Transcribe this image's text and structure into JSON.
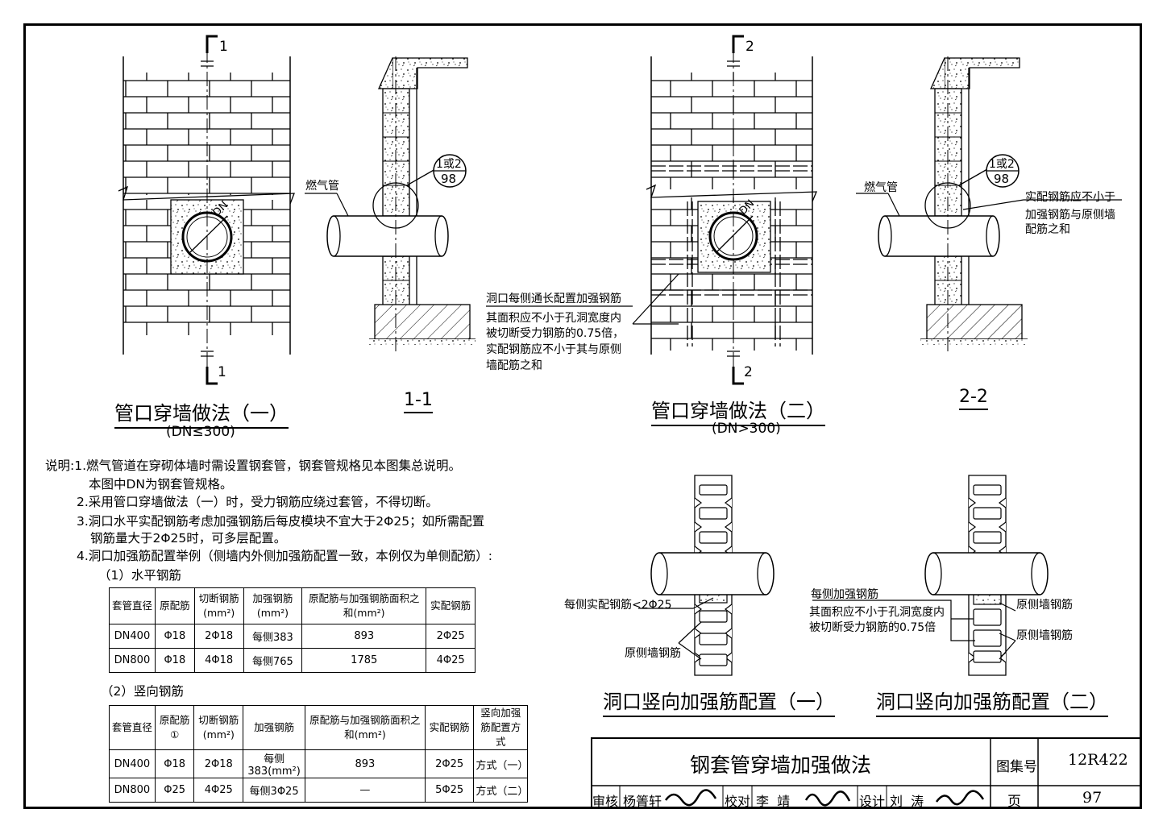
{
  "drawings": {
    "plan1": {
      "title": "管口穿墙做法（一）",
      "subtitle": "(DN≤300)",
      "dn_label": "DN",
      "sec_mark_top": "1",
      "sec_mark_bottom": "1"
    },
    "section1": {
      "title": "1-1",
      "pipe_label": "燃气管",
      "detail_ref_top": "1或2",
      "detail_ref_bottom": "98"
    },
    "plan2": {
      "title": "管口穿墙做法（二）",
      "subtitle": "(DN>300)",
      "dn_label": "DN",
      "sec_mark_top": "2",
      "sec_mark_bottom": "2",
      "note_lines": [
        "洞口每侧通长配置加强钢筋",
        "其面积应不小于孔洞宽度内",
        "被切断受力钢筋的0.75倍，",
        "实配钢筋应不小于其与原侧",
        "墙配筋之和"
      ]
    },
    "section2": {
      "title": "2-2",
      "pipe_label": "燃气管",
      "detail_ref_top": "1或2",
      "detail_ref_bottom": "98",
      "note_lines": [
        "实配钢筋应不小于",
        "加强钢筋与原侧墙",
        "配筋之和"
      ]
    },
    "vertical1": {
      "title": "洞口竖向加强筋配置（一）",
      "label_top": "每侧实配钢筋<2Φ25",
      "label_bottom": "原侧墙钢筋"
    },
    "vertical2": {
      "title": "洞口竖向加强筋配置（二）",
      "label_left_lines": [
        "每侧加强钢筋",
        "其面积应不小于孔洞宽度内",
        "被切断受力钢筋的0.75倍"
      ],
      "label_right_top": "原侧墙钢筋",
      "label_right_bottom": "原侧墙钢筋"
    }
  },
  "notes": {
    "lines": [
      "说明:1.燃气管道在穿砌体墙时需设置钢套管，钢套管规格见本图集总说明。",
      "本图中DN为钢套管规格。",
      "2.采用管口穿墙做法（一）时，受力钢筋应绕过套管，不得切断。",
      "3.洞口水平实配钢筋考虑加强钢筋后每皮模块不宜大于2Φ25；如所需配置",
      "钢筋量大于2Φ25时，可多层配置。",
      "4.洞口加强筋配置举例（侧墙内外侧加强筋配置一致，本例仅为单侧配筋）:"
    ]
  },
  "table1": {
    "caption": "（1）水平钢筋",
    "headers": [
      "套管直径",
      "原配筋",
      "切断钢筋(mm²)",
      "加强钢筋(mm²)",
      "原配筋与加强钢筋面积之和(mm²)",
      "实配钢筋"
    ],
    "rows": [
      [
        "DN400",
        "Φ18",
        "2Φ18",
        "每侧383",
        "893",
        "2Φ25"
      ],
      [
        "DN800",
        "Φ18",
        "4Φ18",
        "每侧765",
        "1785",
        "4Φ25"
      ]
    ]
  },
  "table2": {
    "caption": "（2）竖向钢筋",
    "headers": [
      "套管直径",
      "原配筋①",
      "切断钢筋(mm²)",
      "加强钢筋",
      "原配筋与加强钢筋面积之和(mm²)",
      "实配钢筋",
      "竖向加强筋配置方式"
    ],
    "rows": [
      [
        "DN400",
        "Φ18",
        "2Φ18",
        "每侧383(mm²)",
        "893",
        "2Φ25",
        "方式（一）"
      ],
      [
        "DN800",
        "Φ25",
        "4Φ25",
        "每侧3Φ25",
        "—",
        "5Φ25",
        "方式（二）"
      ]
    ]
  },
  "title_block": {
    "title": "钢套管穿墙加强做法",
    "atlas_label": "图集号",
    "atlas_no": "12R422",
    "page_label": "页",
    "page_no": "97",
    "review_label": "审核",
    "reviewer": "杨箐轩",
    "check_label": "校对",
    "checker": "李  靖",
    "design_label": "设计",
    "designer": "刘  涛"
  }
}
